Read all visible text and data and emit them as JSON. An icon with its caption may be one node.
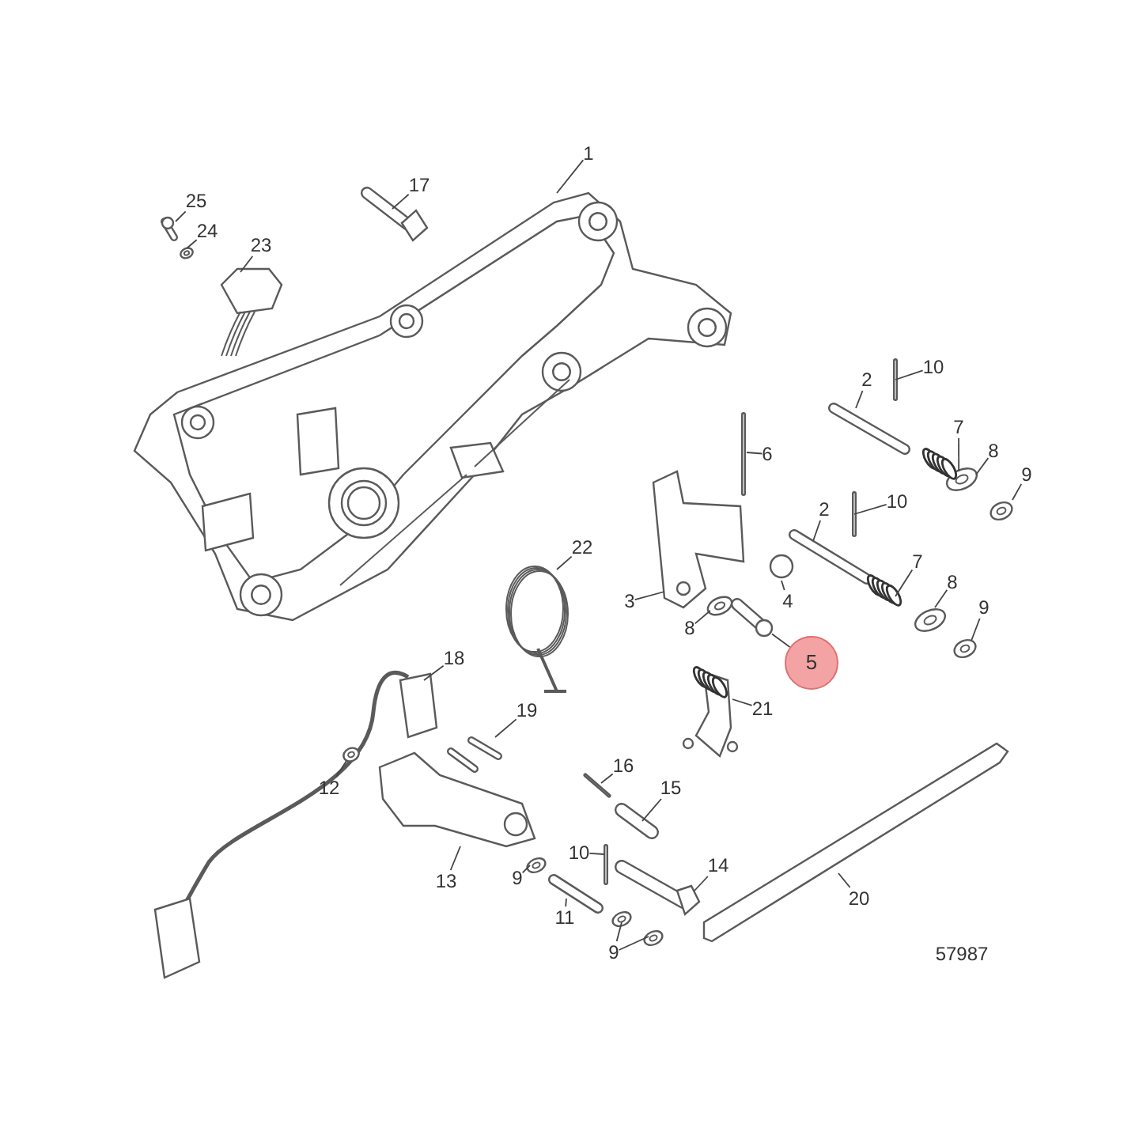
{
  "diagram": {
    "nodes": [
      {
        "text": [
          "1"
        ]
      },
      {
        "text": [
          "17"
        ]
      },
      {
        "text": [
          "25"
        ]
      },
      {
        "text": [
          "24"
        ]
      },
      {
        "text": [
          "23"
        ]
      },
      {
        "text": [
          "2"
        ]
      },
      {
        "text": [
          "10"
        ]
      },
      {
        "text": [
          "7"
        ]
      },
      {
        "text": [
          "8"
        ]
      },
      {
        "text": [
          "9"
        ]
      },
      {
        "text": [
          "6"
        ]
      },
      {
        "text": [
          "2"
        ]
      },
      {
        "text": [
          "10"
        ]
      },
      {
        "text": [
          "7"
        ]
      },
      {
        "text": [
          "8"
        ]
      },
      {
        "text": [
          "9"
        ]
      },
      {
        "text": [
          "22"
        ]
      },
      {
        "text": [
          "3"
        ]
      },
      {
        "text": [
          "8"
        ]
      },
      {
        "text": [
          "4"
        ]
      },
      {
        "text": [
          "5"
        ]
      },
      {
        "text": [
          "21"
        ]
      },
      {
        "text": [
          "18"
        ]
      },
      {
        "text": [
          "19"
        ]
      },
      {
        "text": [
          "12"
        ]
      },
      {
        "text": [
          "16"
        ]
      },
      {
        "text": [
          "15"
        ]
      },
      {
        "text": [
          "13"
        ]
      },
      {
        "text": [
          "10"
        ]
      },
      {
        "text": [
          "14"
        ]
      },
      {
        "text": [
          "9"
        ]
      },
      {
        "text": [
          "11"
        ]
      },
      {
        "text": [
          "9"
        ]
      },
      {
        "text": [
          "20"
        ]
      },
      {
        "text": [],
        "shape": "picture"
      },
      {
        "text": [],
        "shape": "picture"
      },
      {
        "text": [],
        "shape": "picture"
      },
      {
        "text": [],
        "shape": "picture"
      }
    ],
    "edges": [
      {
        "from": 0,
        "to": null,
        "arrow": "none"
      },
      {
        "from": 1,
        "to": null,
        "arrow": "none"
      },
      {
        "from": 2,
        "to": null,
        "arrow": "none"
      },
      {
        "from": 3,
        "to": null,
        "arrow": "none"
      },
      {
        "from": 4,
        "to": null,
        "arrow": "none"
      },
      {
        "from": 5,
        "to": null,
        "arrow": "none"
      },
      {
        "from": 6,
        "to": 34,
        "arrow": "none"
      },
      {
        "from": 7,
        "to": 35,
        "arrow": "none"
      },
      {
        "from": 8,
        "to": null,
        "arrow": "none"
      },
      {
        "from": 9,
        "to": null,
        "arrow": "none"
      },
      {
        "from": 10,
        "to": null,
        "arrow": "none"
      },
      {
        "from": 11,
        "to": null,
        "arrow": "none"
      },
      {
        "from": 12,
        "to": 36,
        "arrow": "none"
      },
      {
        "from": 13,
        "to": null,
        "arrow": "none"
      },
      {
        "from": 14,
        "to": null,
        "arrow": "none"
      },
      {
        "from": 15,
        "to": null,
        "arrow": "none"
      },
      {
        "from": 16,
        "to": null,
        "arrow": "none"
      },
      {
        "from": 17,
        "to": null,
        "arrow": "none"
      },
      {
        "from": 18,
        "to": null,
        "arrow": "none"
      },
      {
        "from": 19,
        "to": null,
        "arrow": "none"
      },
      {
        "from": 20,
        "to": 37,
        "arrow": "none"
      },
      {
        "from": 21,
        "to": null,
        "arrow": "none"
      },
      {
        "from": 22,
        "to": null,
        "arrow": "none"
      },
      {
        "from": 23,
        "to": null,
        "arrow": "none"
      },
      {
        "from": 24,
        "to": null,
        "arrow": "none"
      },
      {
        "from": 25,
        "to": null,
        "arrow": "none"
      },
      {
        "from": 26,
        "to": null,
        "arrow": "none"
      },
      {
        "from": 27,
        "to": null,
        "arrow": "none"
      },
      {
        "from": 28,
        "to": null,
        "arrow": "none"
      },
      {
        "from": 29,
        "to": null,
        "arrow": "none"
      },
      {
        "from": 30,
        "to": null,
        "arrow": "none"
      },
      {
        "from": 31,
        "to": null,
        "arrow": "none"
      },
      {
        "from": 32,
        "to": null,
        "arrow": "none"
      },
      {
        "from": 32,
        "to": null,
        "arrow": "none"
      },
      {
        "from": 33,
        "to": null,
        "arrow": "none"
      }
    ],
    "labels": [
      "57987"
    ]
  }
}
